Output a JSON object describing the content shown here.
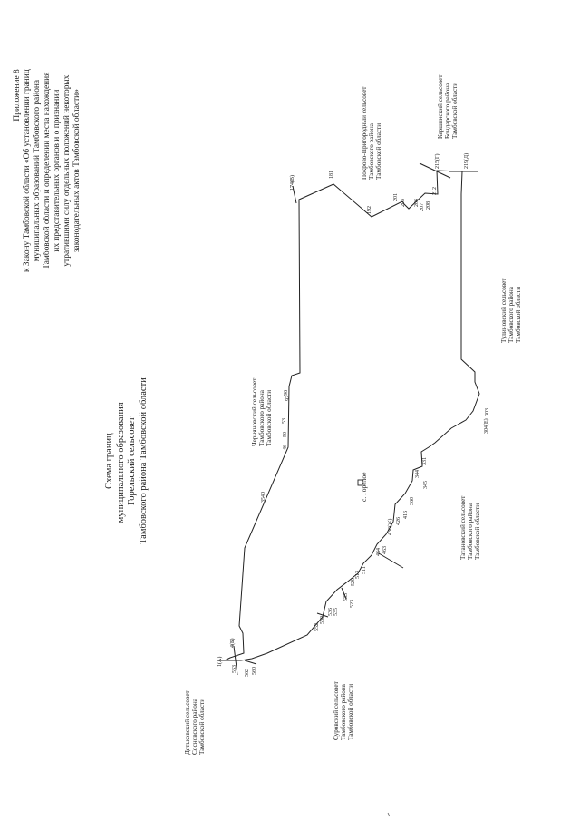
{
  "annex": {
    "lines": [
      "Приложение 8",
      "к Закону Тамбовской области «Об установлении границ",
      "муниципальных образований Тамбовского района",
      "Тамбовской области и определении места нахождения",
      "их представительных органов и о признании",
      "утратившими силу отдельных положений некоторых",
      "законодательных актов Тамбовской области»"
    ]
  },
  "map_title": {
    "lines": [
      "Схема границ",
      "муниципального образования-",
      "Горельский сельсовет",
      "Тамбовского района Тамбовской области"
    ]
  },
  "settlement": {
    "label": "с. Горелое"
  },
  "neighbors": [
    {
      "id": "dyatkovsky",
      "lines": [
        "Дятьковский сельсовет",
        "Сосновского района",
        "Тамбовской области"
      ]
    },
    {
      "id": "surovsky",
      "lines": [
        "Суровский сельсовет",
        "Тамбовского района",
        "Тамбовской области"
      ]
    },
    {
      "id": "chernyanovsky",
      "lines": [
        "Черняновский сельсовет",
        "Тамбовского района",
        "Тамбовской области"
      ]
    },
    {
      "id": "pokrovo",
      "lines": [
        "Покрово-Пригородный сельсовет",
        "Тамбовского района",
        "Тамбовской области"
      ]
    },
    {
      "id": "kershinsky",
      "lines": [
        "Кершинский сельсовет",
        "Бондарского района",
        "Тамбовской области"
      ]
    },
    {
      "id": "tulinovsky",
      "lines": [
        "Тулиновский сельсовет",
        "Тамбовского района",
        "Тамбовской области"
      ]
    },
    {
      "id": "tatanovsky",
      "lines": [
        "Татановский сельсовет",
        "Тамбовского района",
        "Тамбовской области"
      ]
    }
  ],
  "point_labels": [
    "1(А)",
    "4(Б)",
    "563",
    "560",
    "562",
    "552",
    "550",
    "536",
    "535",
    "533",
    "523",
    "520",
    "513",
    "511",
    "464",
    "463",
    "436(Ж)",
    "426",
    "416",
    "360",
    "345",
    "344",
    "331",
    "304(Е)",
    "303",
    "3540",
    "46",
    "50",
    "53",
    "92",
    "96",
    "174(В)",
    "181",
    "192",
    "201",
    "203",
    "206",
    "207",
    "208",
    "212",
    "215(Г)",
    "219(Д)"
  ]
}
